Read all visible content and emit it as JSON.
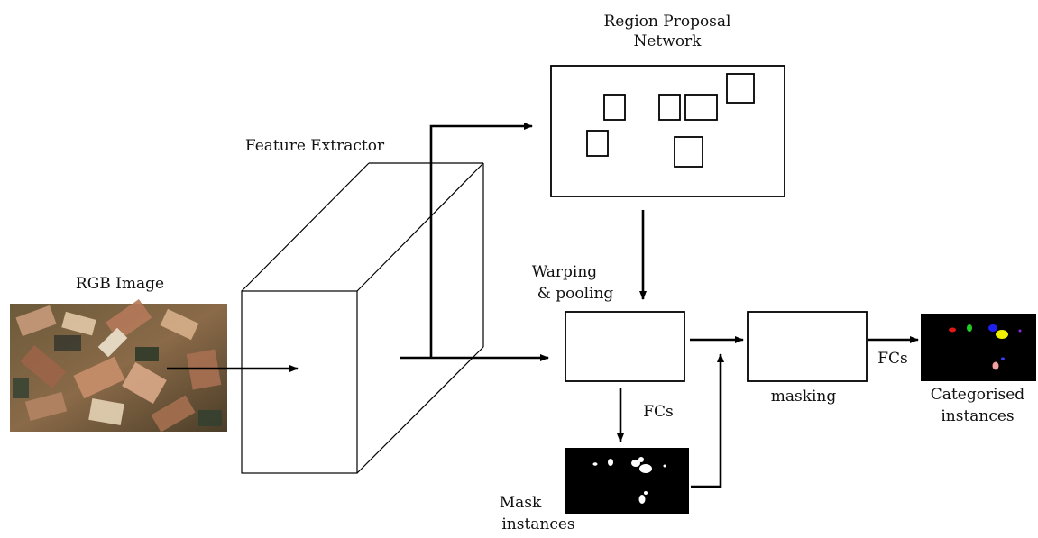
{
  "labels": {
    "rpn_line1": "Region Proposal",
    "rpn_line2": "Network",
    "feature_extractor": "Feature Extractor",
    "rgb_image": "RGB Image",
    "warping_line1": "Warping",
    "warping_line2": "& pooling",
    "fcs_mask": "FCs",
    "masking": "masking",
    "fcs_final": "FCs",
    "mask_line1": "Mask",
    "mask_line2": "instances",
    "categorised_line1": "Categorised",
    "categorised_line2": "instances"
  },
  "colors": {
    "stroke": "#000000",
    "text": "#111111",
    "mask_background": "#000000",
    "mask_blobs": "#ffffff",
    "instance_colors": [
      "#e01818",
      "#22cc22",
      "#2020ee",
      "#f0f000",
      "#8a2be2",
      "#f4a0a0",
      "#3a3aff"
    ]
  },
  "icons": [
    "rgb-image-photo",
    "mask-instances-image",
    "categorised-instances-image"
  ]
}
